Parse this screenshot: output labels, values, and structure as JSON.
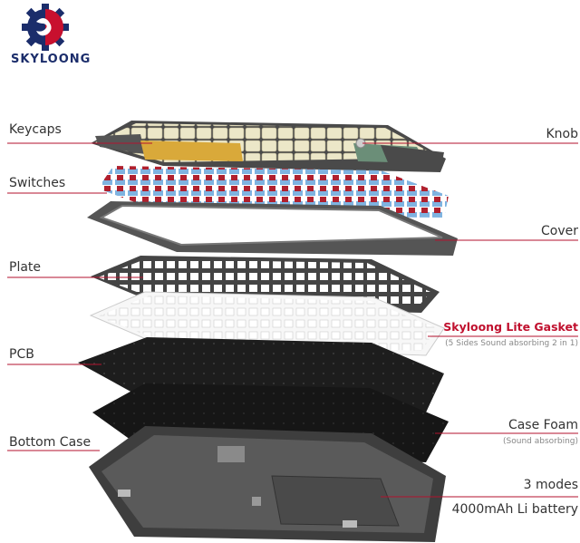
{
  "brand": {
    "name": "SKYLOONG"
  },
  "labels": {
    "keycaps": "Keycaps",
    "switches": "Switches",
    "plate": "Plate",
    "pcb": "PCB",
    "bottom_case": "Bottom Case",
    "knob": "Knob",
    "cover": "Cover",
    "gasket": "Skyloong Lite Gasket",
    "gasket_sub": "(5 Sides Sound absorbing 2 in 1)",
    "case_foam": "Case Foam",
    "case_foam_sub": "(Sound absorbing)",
    "modes": "3 modes",
    "battery": "4000mAh Li battery"
  },
  "colors": {
    "accent": "#c0102e",
    "brand": "#1b2d6b"
  }
}
